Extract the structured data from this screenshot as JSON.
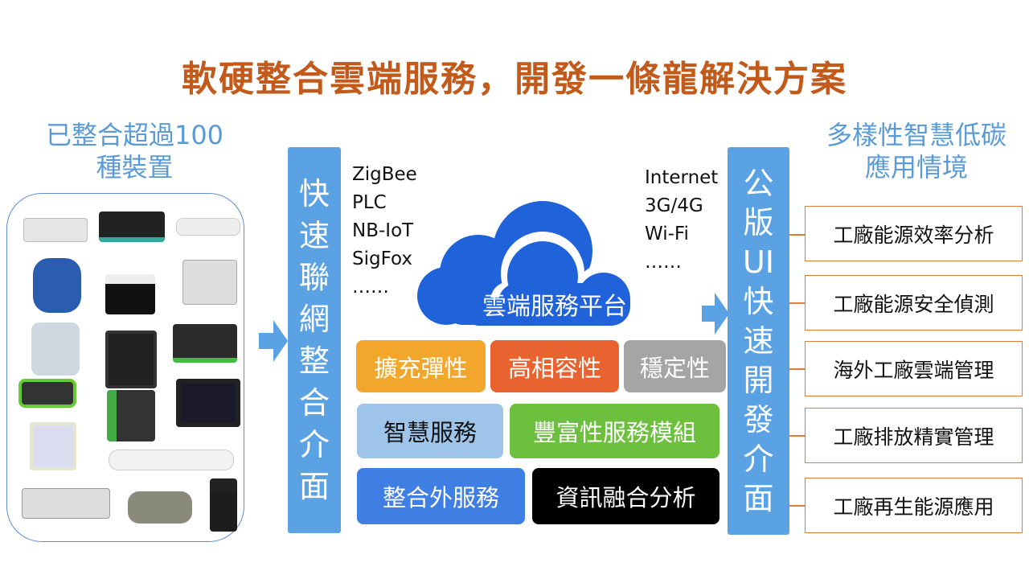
{
  "title": "軟硬整合雲端服務，開發一條龍解決方案",
  "left_heading": {
    "line1": "已整合超過100",
    "line2": "種裝置"
  },
  "right_heading": {
    "line1": "多樣性智慧低碳",
    "line2": "應用情境"
  },
  "left_bar": [
    "快",
    "速",
    "聯",
    "網",
    "整",
    "合",
    "介",
    "面"
  ],
  "right_bar": [
    "公",
    "版",
    "UI",
    "快",
    "速",
    "開",
    "發",
    "介",
    "面"
  ],
  "device_protocols": [
    "ZigBee",
    "PLC",
    "NB-IoT",
    "SigFox",
    "……"
  ],
  "network_protocols": [
    "Internet",
    "3G/4G",
    "Wi-Fi",
    "……"
  ],
  "cloud_label": "雲端服務平台",
  "features": [
    {
      "label": "擴充彈性",
      "color": "#f2a72c"
    },
    {
      "label": "高相容性",
      "color": "#e8632f"
    },
    {
      "label": "穩定性",
      "color": "#a5a5a5"
    },
    {
      "label": "智慧服務",
      "color": "#9fc4ea"
    },
    {
      "label": "豐富性服務模組",
      "color": "#6dbf3e"
    },
    {
      "label": "整合外服務",
      "color": "#3f7ee2"
    },
    {
      "label": "資訊融合分析",
      "color": "#000000"
    }
  ],
  "applications": [
    "工廠能源效率分析",
    "工廠能源安全偵測",
    "海外工廠雲端管理",
    "工廠排放精實管理",
    "工廠再生能源應用"
  ],
  "colors": {
    "title": "#c25a1c",
    "accent": "#5b9bd5",
    "cloud": "#1f62d9",
    "app_border": "#e07b39"
  }
}
